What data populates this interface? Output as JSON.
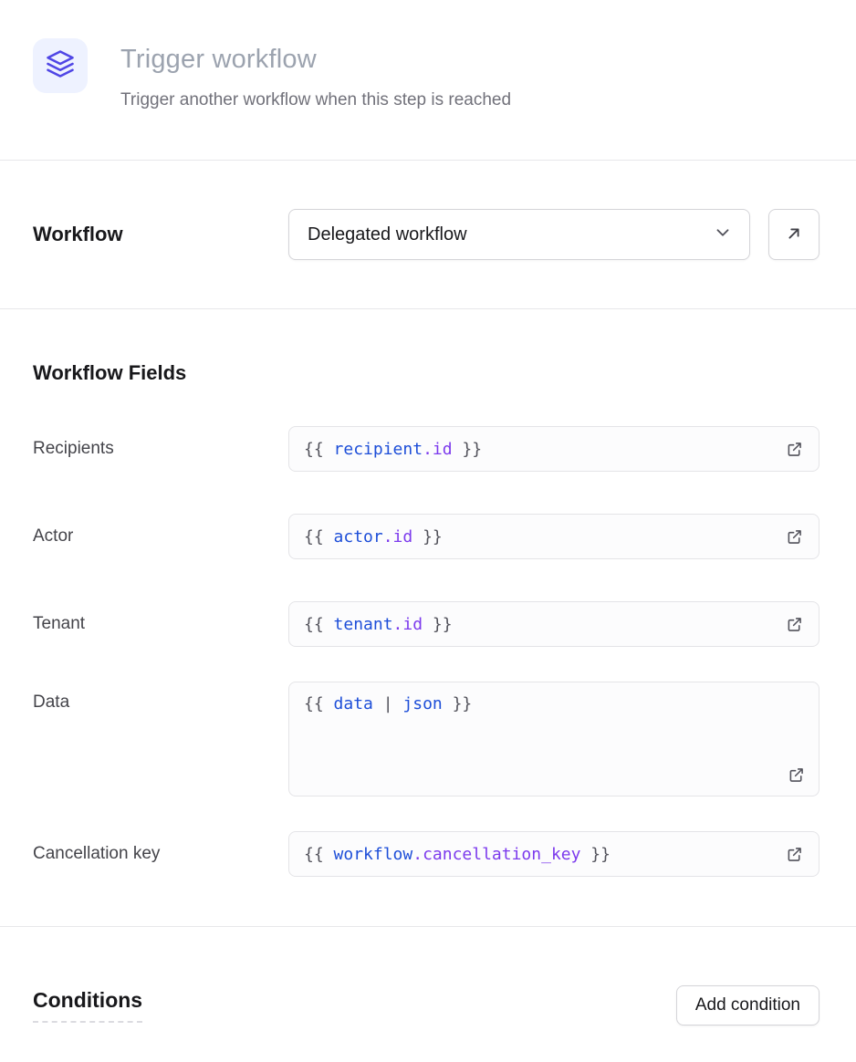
{
  "colors": {
    "accent_indigo": "#4F46E5",
    "icon_background": "#EEF2FF",
    "syntax_punctuation": "#52525B",
    "syntax_variable": "#1D4ED8",
    "syntax_property": "#7C3AED",
    "border": "#E4E4E7",
    "muted_title": "#9CA3AF"
  },
  "header": {
    "icon": "layers-icon",
    "title": "Trigger workflow",
    "subtitle": "Trigger another workflow when this step is reached"
  },
  "workflow_row": {
    "label": "Workflow",
    "select_value": "Delegated workflow"
  },
  "fields_section": {
    "heading": "Workflow Fields",
    "fields": [
      {
        "label": "Recipients",
        "tokens": [
          {
            "text": "{{ ",
            "cls": "tok-punct"
          },
          {
            "text": "recipient",
            "cls": "tok-var"
          },
          {
            "text": ".",
            "cls": "tok-prop"
          },
          {
            "text": "id",
            "cls": "tok-prop"
          },
          {
            "text": " }}",
            "cls": "tok-punct"
          }
        ]
      },
      {
        "label": "Actor",
        "tokens": [
          {
            "text": "{{ ",
            "cls": "tok-punct"
          },
          {
            "text": "actor",
            "cls": "tok-var"
          },
          {
            "text": ".",
            "cls": "tok-prop"
          },
          {
            "text": "id",
            "cls": "tok-prop"
          },
          {
            "text": " }}",
            "cls": "tok-punct"
          }
        ]
      },
      {
        "label": "Tenant",
        "tokens": [
          {
            "text": "{{ ",
            "cls": "tok-punct"
          },
          {
            "text": "tenant",
            "cls": "tok-var"
          },
          {
            "text": ".",
            "cls": "tok-prop"
          },
          {
            "text": "id",
            "cls": "tok-prop"
          },
          {
            "text": " }}",
            "cls": "tok-punct"
          }
        ]
      },
      {
        "label": "Data",
        "tokens": [
          {
            "text": "{{ ",
            "cls": "tok-punct"
          },
          {
            "text": "data",
            "cls": "tok-var"
          },
          {
            "text": " | ",
            "cls": "tok-pipe"
          },
          {
            "text": "json",
            "cls": "tok-var"
          },
          {
            "text": " }}",
            "cls": "tok-punct"
          }
        ]
      },
      {
        "label": "Cancellation key",
        "tokens": [
          {
            "text": "{{ ",
            "cls": "tok-punct"
          },
          {
            "text": "workflow",
            "cls": "tok-var"
          },
          {
            "text": ".",
            "cls": "tok-prop"
          },
          {
            "text": "cancellation_key",
            "cls": "tok-prop"
          },
          {
            "text": " }}",
            "cls": "tok-punct"
          }
        ]
      }
    ]
  },
  "conditions_section": {
    "heading": "Conditions",
    "add_button_label": "Add condition"
  }
}
